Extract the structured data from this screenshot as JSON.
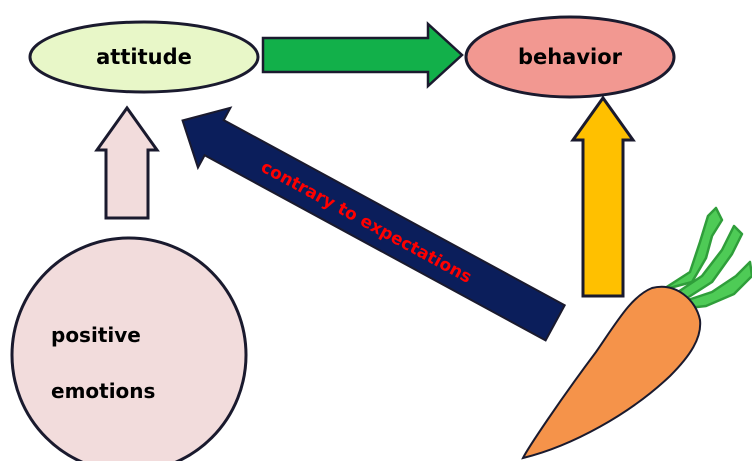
{
  "nodes": {
    "attitude": {
      "label": "attitude",
      "fill": "#e8f7c8"
    },
    "behavior": {
      "label": "behavior",
      "fill": "#f29891"
    },
    "emotions": {
      "line1": "positive",
      "line2": "emotions",
      "fill": "#f2dcdc"
    }
  },
  "arrows": {
    "attitude_to_behavior": {
      "fill": "#12b04a"
    },
    "emotions_to_attitude": {
      "fill": "#f2dcdc"
    },
    "carrot_to_behavior": {
      "fill": "#ffc000"
    },
    "carrot_to_attitude": {
      "fill": "#0b1e5b",
      "label": "contrary to expectations",
      "label_color": "#ff0000"
    }
  },
  "carrot": {
    "icon": "carrot-icon",
    "body_color": "#f5934a",
    "leaf_color": "#4ecb56"
  }
}
